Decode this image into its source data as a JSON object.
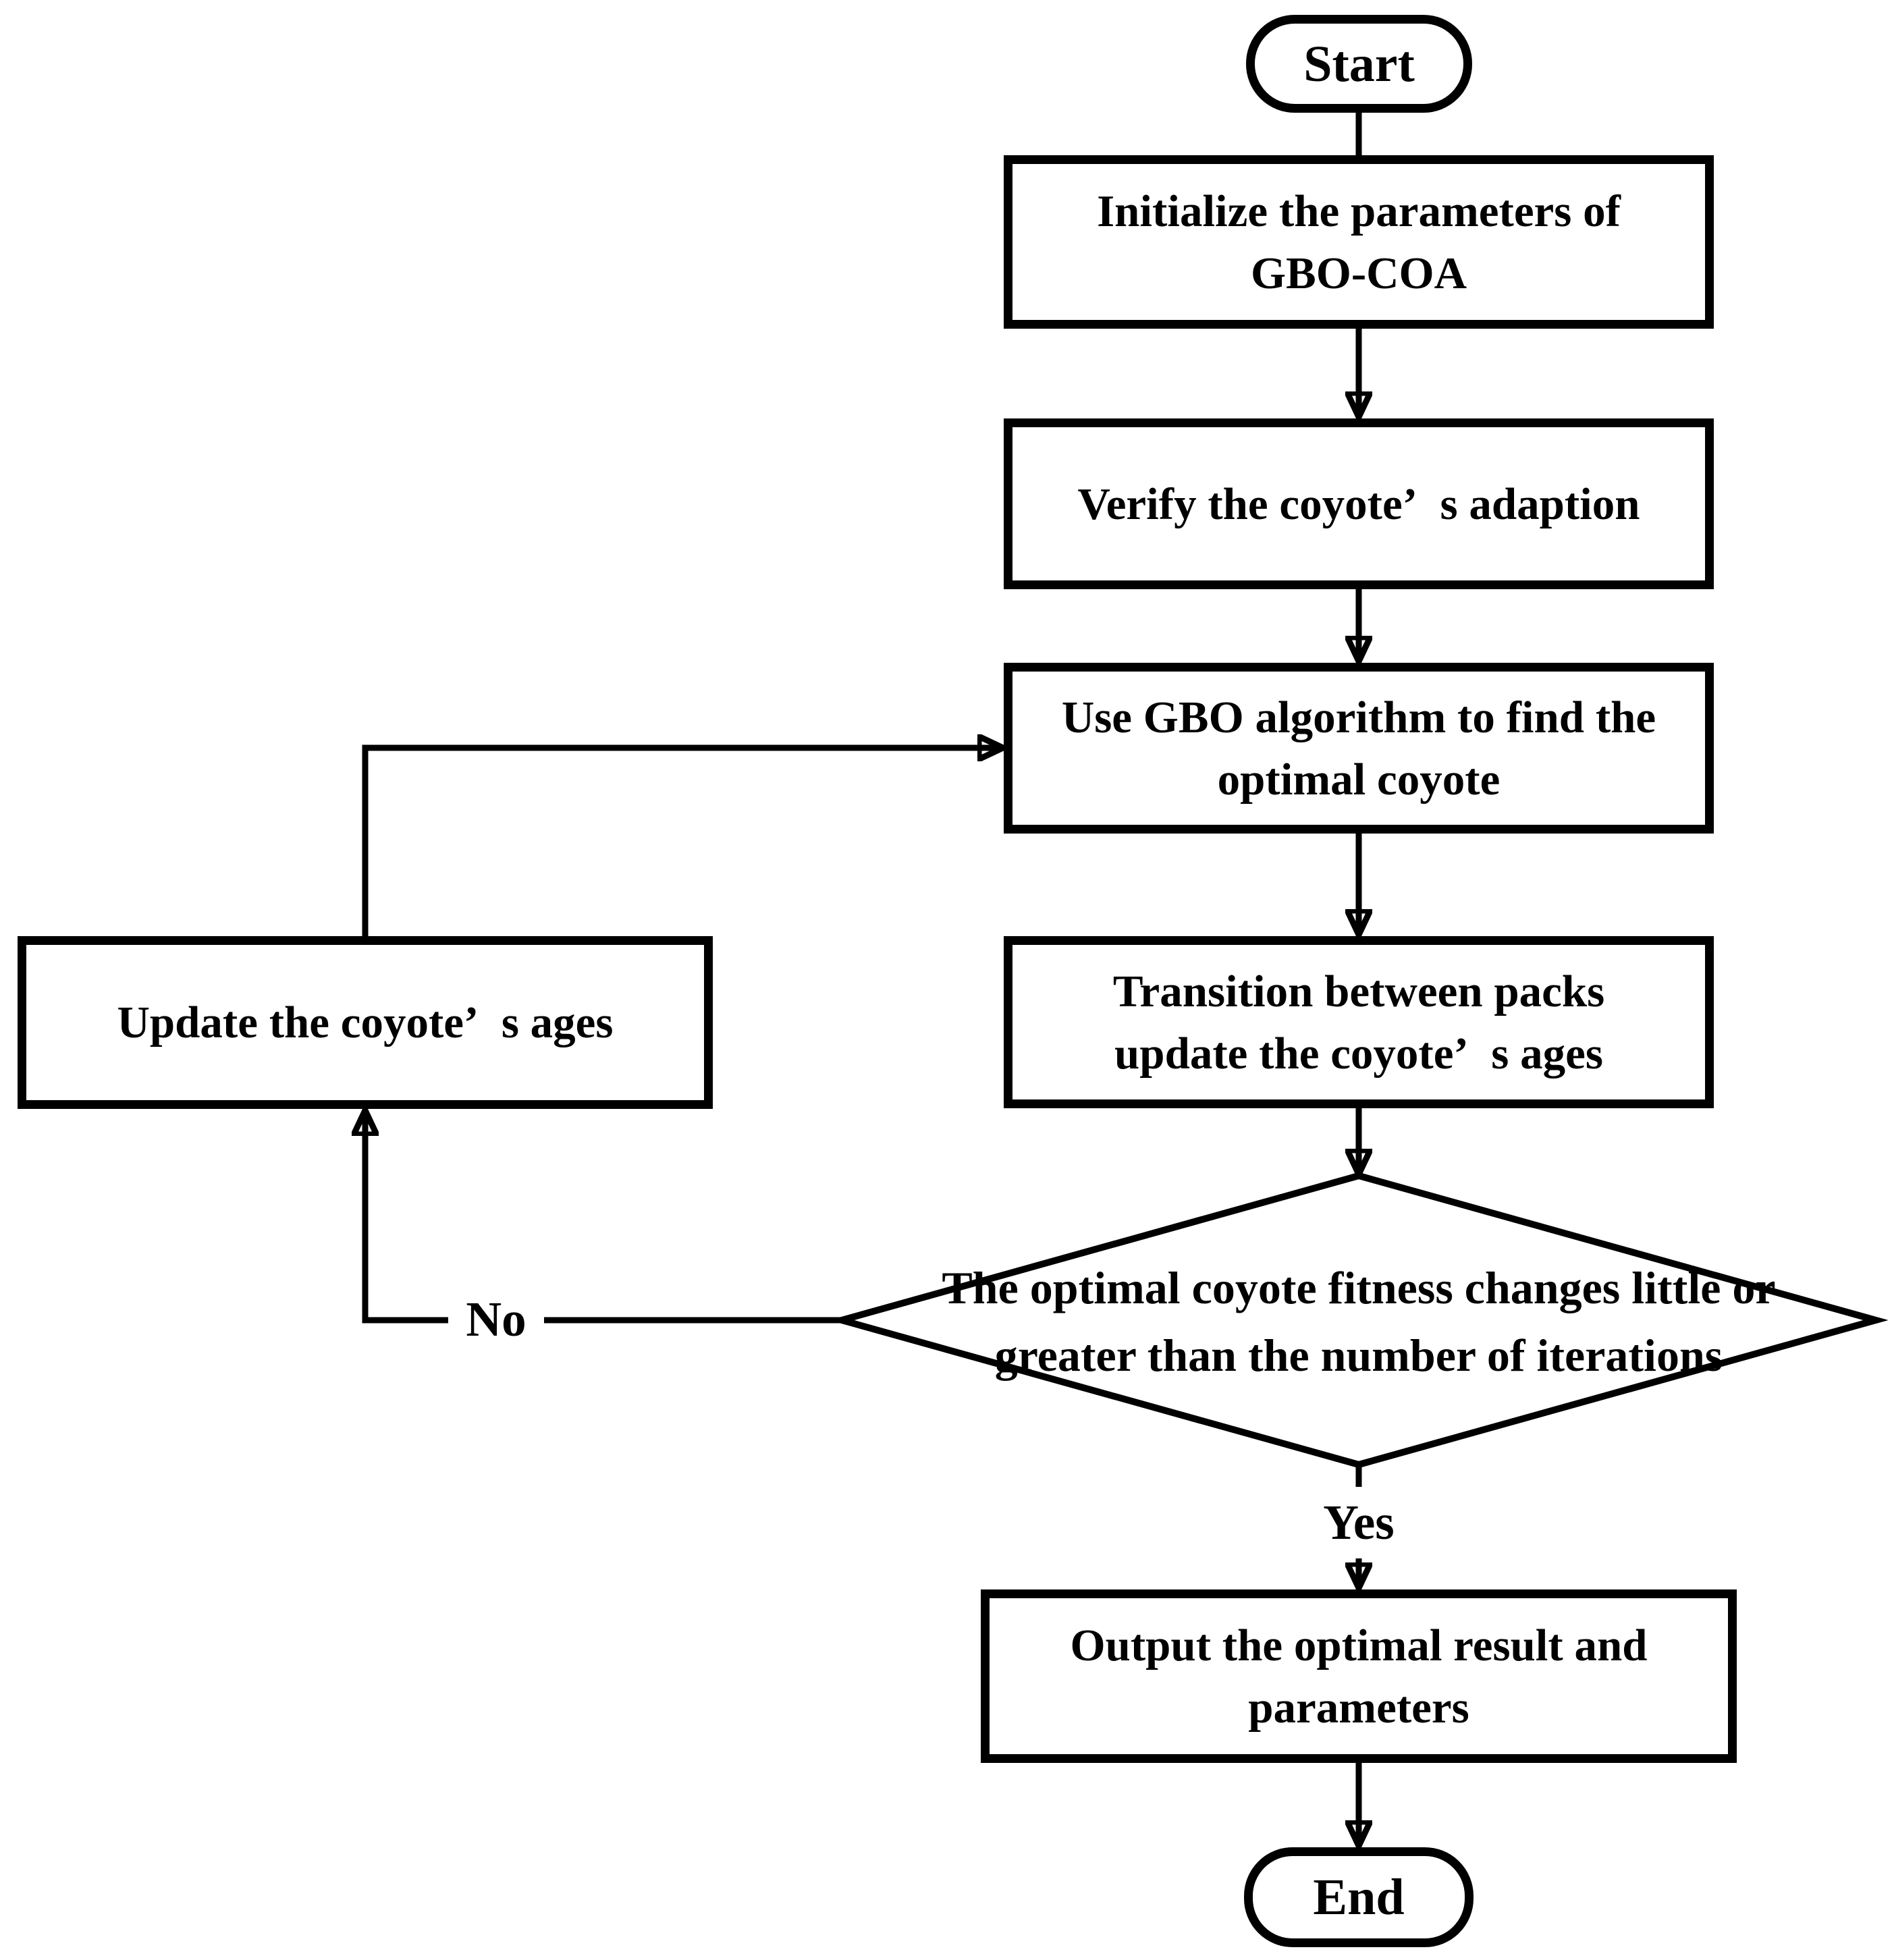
{
  "canvas": {
    "background": "#ffffff",
    "ink": "#000000"
  },
  "nodes": {
    "start": {
      "shape": "terminator",
      "label": "Start"
    },
    "initialize": {
      "shape": "process",
      "lines": [
        "Initialize the parameters of",
        "GBO-COA"
      ]
    },
    "verify": {
      "shape": "process",
      "lines": [
        "Verify the coyote’ s adaption"
      ]
    },
    "gbo": {
      "shape": "process",
      "lines": [
        "Use GBO algorithm to find the",
        "optimal coyote"
      ]
    },
    "transition": {
      "shape": "process",
      "lines": [
        "Transition between packs",
        "update the coyote’ s ages"
      ]
    },
    "decision": {
      "shape": "decision",
      "lines": [
        "The optimal coyote fitness changes little or",
        "greater than the number of iterations"
      ]
    },
    "update": {
      "shape": "process",
      "lines": [
        "Update the coyote’ s ages"
      ]
    },
    "output": {
      "shape": "process",
      "lines": [
        "Output the optimal result and",
        "parameters"
      ]
    },
    "end": {
      "shape": "terminator",
      "label": "End"
    }
  },
  "edge_labels": {
    "yes": "Yes",
    "no": "No"
  }
}
